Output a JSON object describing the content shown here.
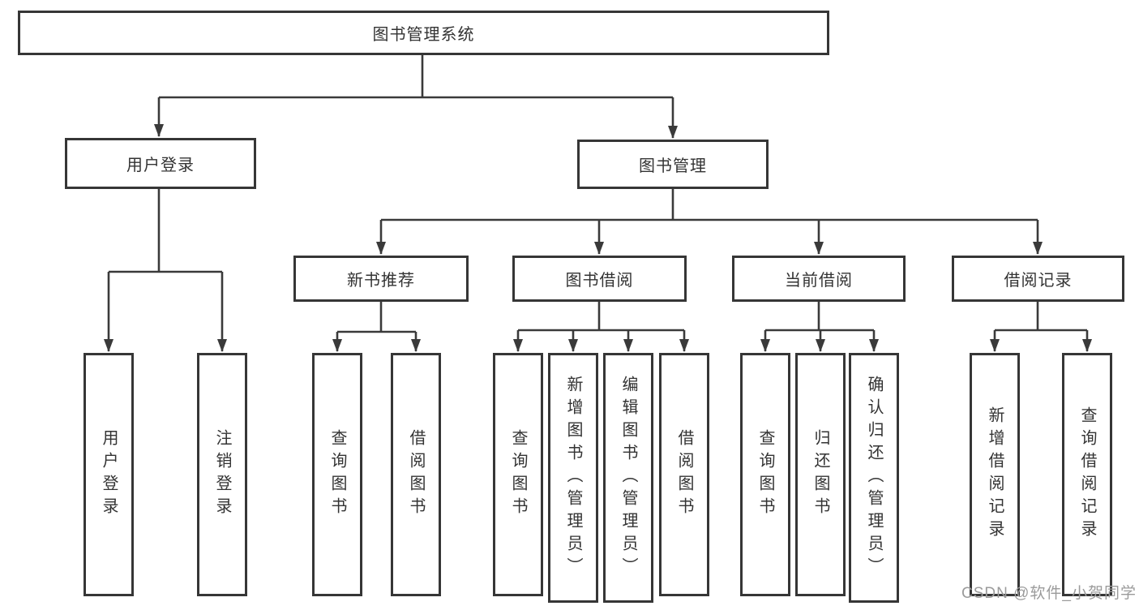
{
  "diagram": {
    "watermark": "CSDN @软件_小贺同学",
    "colors": {
      "line": "#3a3a3a",
      "box_border": "#363636",
      "box_fill": "#ffffff",
      "text": "#333333",
      "watermark_text": "#9b9b9b",
      "background": "#ffffff"
    },
    "tree": {
      "label": "图书管理系统",
      "children": [
        {
          "label": "用户登录",
          "children": [
            {
              "label": "用户登录"
            },
            {
              "label": "注销登录"
            }
          ]
        },
        {
          "label": "图书管理",
          "children": [
            {
              "label": "新书推荐",
              "children": [
                {
                  "label": "查询图书"
                },
                {
                  "label": "借阅图书"
                }
              ]
            },
            {
              "label": "图书借阅",
              "children": [
                {
                  "label": "查询图书"
                },
                {
                  "label": "新增图书（管理员）"
                },
                {
                  "label": "编辑图书（管理员）"
                },
                {
                  "label": "借阅图书"
                }
              ]
            },
            {
              "label": "当前借阅",
              "children": [
                {
                  "label": "查询图书"
                },
                {
                  "label": "归还图书"
                },
                {
                  "label": "确认归还（管理员）"
                }
              ]
            },
            {
              "label": "借阅记录",
              "children": [
                {
                  "label": "新增借阅记录"
                },
                {
                  "label": "查询借阅记录"
                }
              ]
            }
          ]
        }
      ]
    }
  }
}
